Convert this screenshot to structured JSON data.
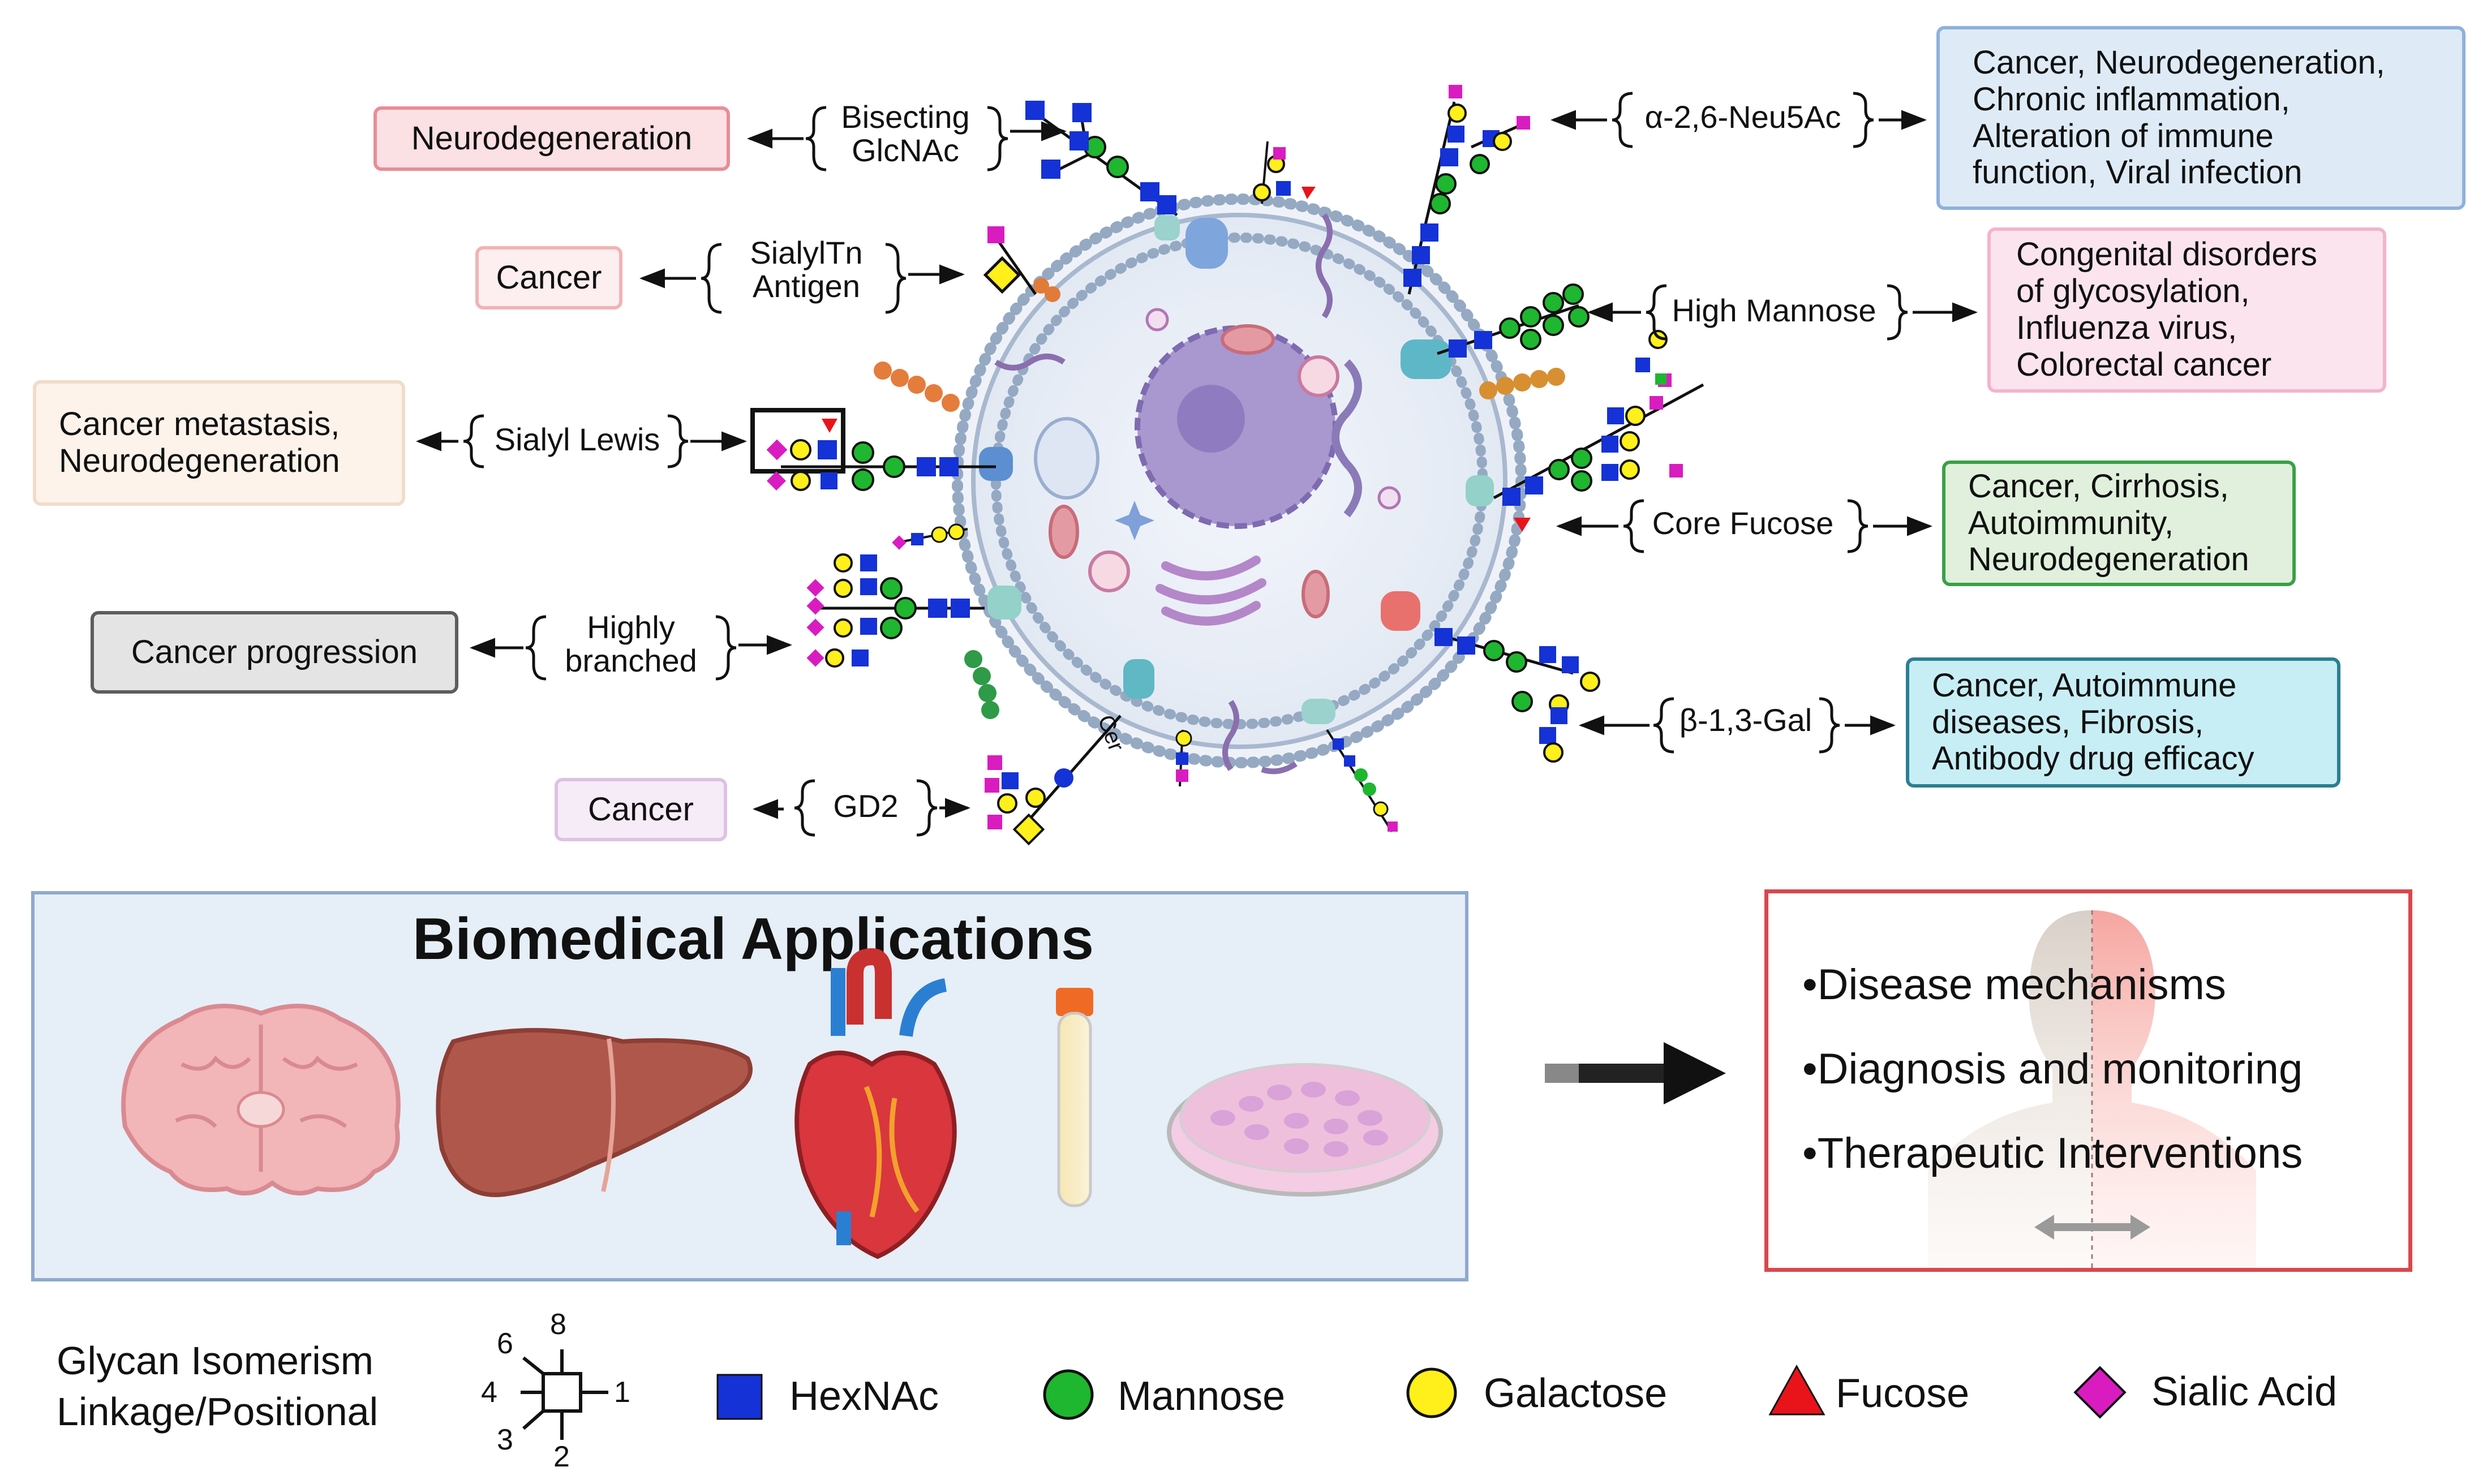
{
  "disease_labels": [
    {
      "id": "neuro",
      "text": "Neurodegeneration"
    },
    {
      "id": "cancer1",
      "text": "Cancer"
    },
    {
      "id": "metastasis",
      "lines": [
        "Cancer metastasis,",
        "Neurodegeneration"
      ]
    },
    {
      "id": "progression",
      "text": "Cancer progression"
    },
    {
      "id": "cancer2",
      "text": "Cancer"
    },
    {
      "id": "alpha26",
      "lines": [
        "Cancer, Neurodegeneration,",
        "Chronic inflammation,",
        "Alteration of immune",
        "function, Viral infection"
      ]
    },
    {
      "id": "mannose",
      "lines": [
        "Congenital disorders",
        "of glycosylation,",
        "Influenza virus,",
        "Colorectal cancer"
      ]
    },
    {
      "id": "fucose",
      "lines": [
        "Cancer, Cirrhosis,",
        "Autoimmunity,",
        "Neurodegeneration"
      ]
    },
    {
      "id": "gal",
      "lines": [
        "Cancer, Autoimmune",
        "diseases, Fibrosis,",
        "Antibody drug efficacy"
      ]
    }
  ],
  "glycan_labels": {
    "bisecting": "Bisecting\nGlcNAc",
    "sialyltn": "SialylTn\nAntigen",
    "sialyl_lewis": "Sialyl Lewis",
    "highly_branched": "Highly\nbranched",
    "gd2": "GD2",
    "alpha26": "α-2,6-Neu5Ac",
    "high_mannose": "High Mannose",
    "core_fucose": "Core Fucose",
    "beta13": "β-1,3-Gal",
    "cer": "Cer"
  },
  "applications": {
    "title": "Biomedical Applications",
    "icons": [
      "brain-icon",
      "liver-icon",
      "heart-icon",
      "blood-tube-icon",
      "petri-dish-icon"
    ]
  },
  "outcomes": {
    "bullets": [
      "•Disease mechanisms",
      "•Diagnosis and monitoring",
      "•Therapeutic Interventions"
    ]
  },
  "legend": {
    "isomerism_line1": "Glycan Isomerism",
    "isomerism_line2": "Linkage/Positional",
    "positions": [
      "6",
      "8",
      "4",
      "1",
      "3",
      "2"
    ],
    "items": [
      {
        "label": "HexNAc",
        "shape": "square",
        "color": "#1432d6"
      },
      {
        "label": "Mannose",
        "shape": "circle",
        "color": "#1fb630"
      },
      {
        "label": "Galactose",
        "shape": "circle",
        "color": "#ffef1a"
      },
      {
        "label": "Fucose",
        "shape": "triangle",
        "color": "#e8141a"
      },
      {
        "label": "Sialic Acid",
        "shape": "diamond",
        "color": "#d91cc0"
      }
    ]
  },
  "colors": {
    "hexnac": "#1432d6",
    "mannose": "#1fb630",
    "galactose": "#ffef1a",
    "fucose": "#e8141a",
    "sialic": "#d91cc0",
    "apps_bg": "#e6eef7",
    "apps_border": "#8fa9cf",
    "red_frame": "#d9474b"
  }
}
